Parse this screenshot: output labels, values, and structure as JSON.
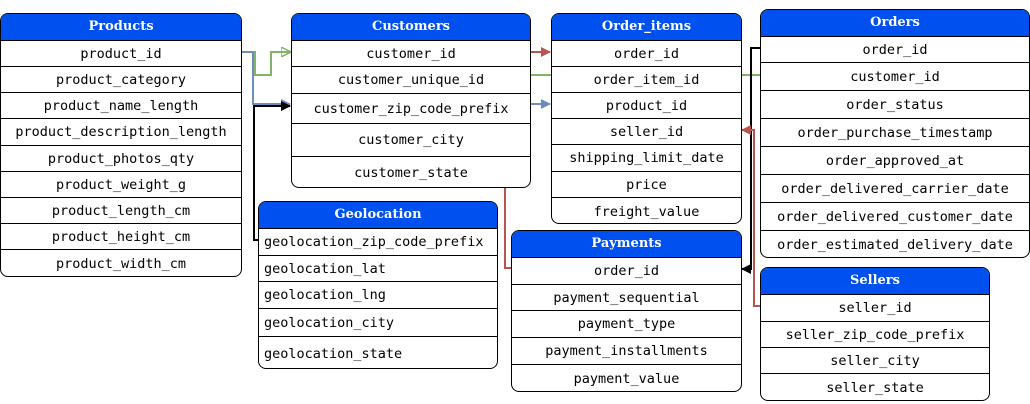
{
  "tables": {
    "products": {
      "title": "Products",
      "fields": [
        "product_id",
        "product_category",
        "product_name_length",
        "product_description_length",
        "product_photos_qty",
        "product_weight_g",
        "product_length_cm",
        "product_height_cm",
        "product_width_cm"
      ]
    },
    "customers": {
      "title": "Customers",
      "fields": [
        "customer_id",
        "customer_unique_id",
        "customer_zip_code_prefix",
        "customer_city",
        "customer_state"
      ]
    },
    "order_items": {
      "title": "Order_items",
      "fields": [
        "order_id",
        "order_item_id",
        "product_id",
        "seller_id",
        "shipping_limit_date",
        "price",
        "freight_value"
      ]
    },
    "orders": {
      "title": "Orders",
      "fields": [
        "order_id",
        "customer_id",
        "order_status",
        "order_purchase_timestamp",
        "order_approved_at",
        "order_delivered_carrier_date",
        "order_delivered_customer_date",
        "order_estimated_delivery_date"
      ]
    },
    "geolocation": {
      "title": "Geolocation",
      "fields": [
        "geolocation_zip_code_prefix",
        "geolocation_lat",
        "geolocation_lng",
        "geolocation_city",
        "geolocation_state"
      ]
    },
    "payments": {
      "title": "Payments",
      "fields": [
        "order_id",
        "payment_sequential",
        "payment_type",
        "payment_installments",
        "payment_value"
      ]
    },
    "sellers": {
      "title": "Sellers",
      "fields": [
        "seller_id",
        "seller_zip_code_prefix",
        "seller_city",
        "seller_state"
      ]
    }
  },
  "relationships": [
    {
      "from": "Products.product_id",
      "to": "Customers.customer_id",
      "color": "#82b366"
    },
    {
      "from": "Products.product_id",
      "to": "Customers.customer_zip_code_prefix",
      "color": "#6c8ebf"
    },
    {
      "from": "Geolocation.geolocation_zip_code_prefix",
      "to": "Customers.customer_zip_code_prefix",
      "color": "#000000"
    },
    {
      "from": "Customers.customer_id",
      "to": "Order_items.order_id",
      "color": "#b85450"
    },
    {
      "from": "Customers.customer_unique_id",
      "to": "Orders.customer_id",
      "color": "#82b366"
    },
    {
      "from": "Customers.customer_zip_code_prefix",
      "to": "Order_items.product_id",
      "color": "#6c8ebf"
    },
    {
      "from": "Customers.customer_state",
      "to": "Payments.order_id",
      "color": "#b85450"
    },
    {
      "from": "Orders.order_id",
      "to": "Payments.order_id",
      "color": "#000000"
    },
    {
      "from": "Sellers.seller_id",
      "to": "Order_items.seller_id",
      "color": "#b85450"
    }
  ],
  "colors": {
    "header": "#0050ef",
    "header_text": "#ffffff",
    "green": "#82b366",
    "blue": "#6c8ebf",
    "red": "#b85450",
    "black": "#000000"
  }
}
